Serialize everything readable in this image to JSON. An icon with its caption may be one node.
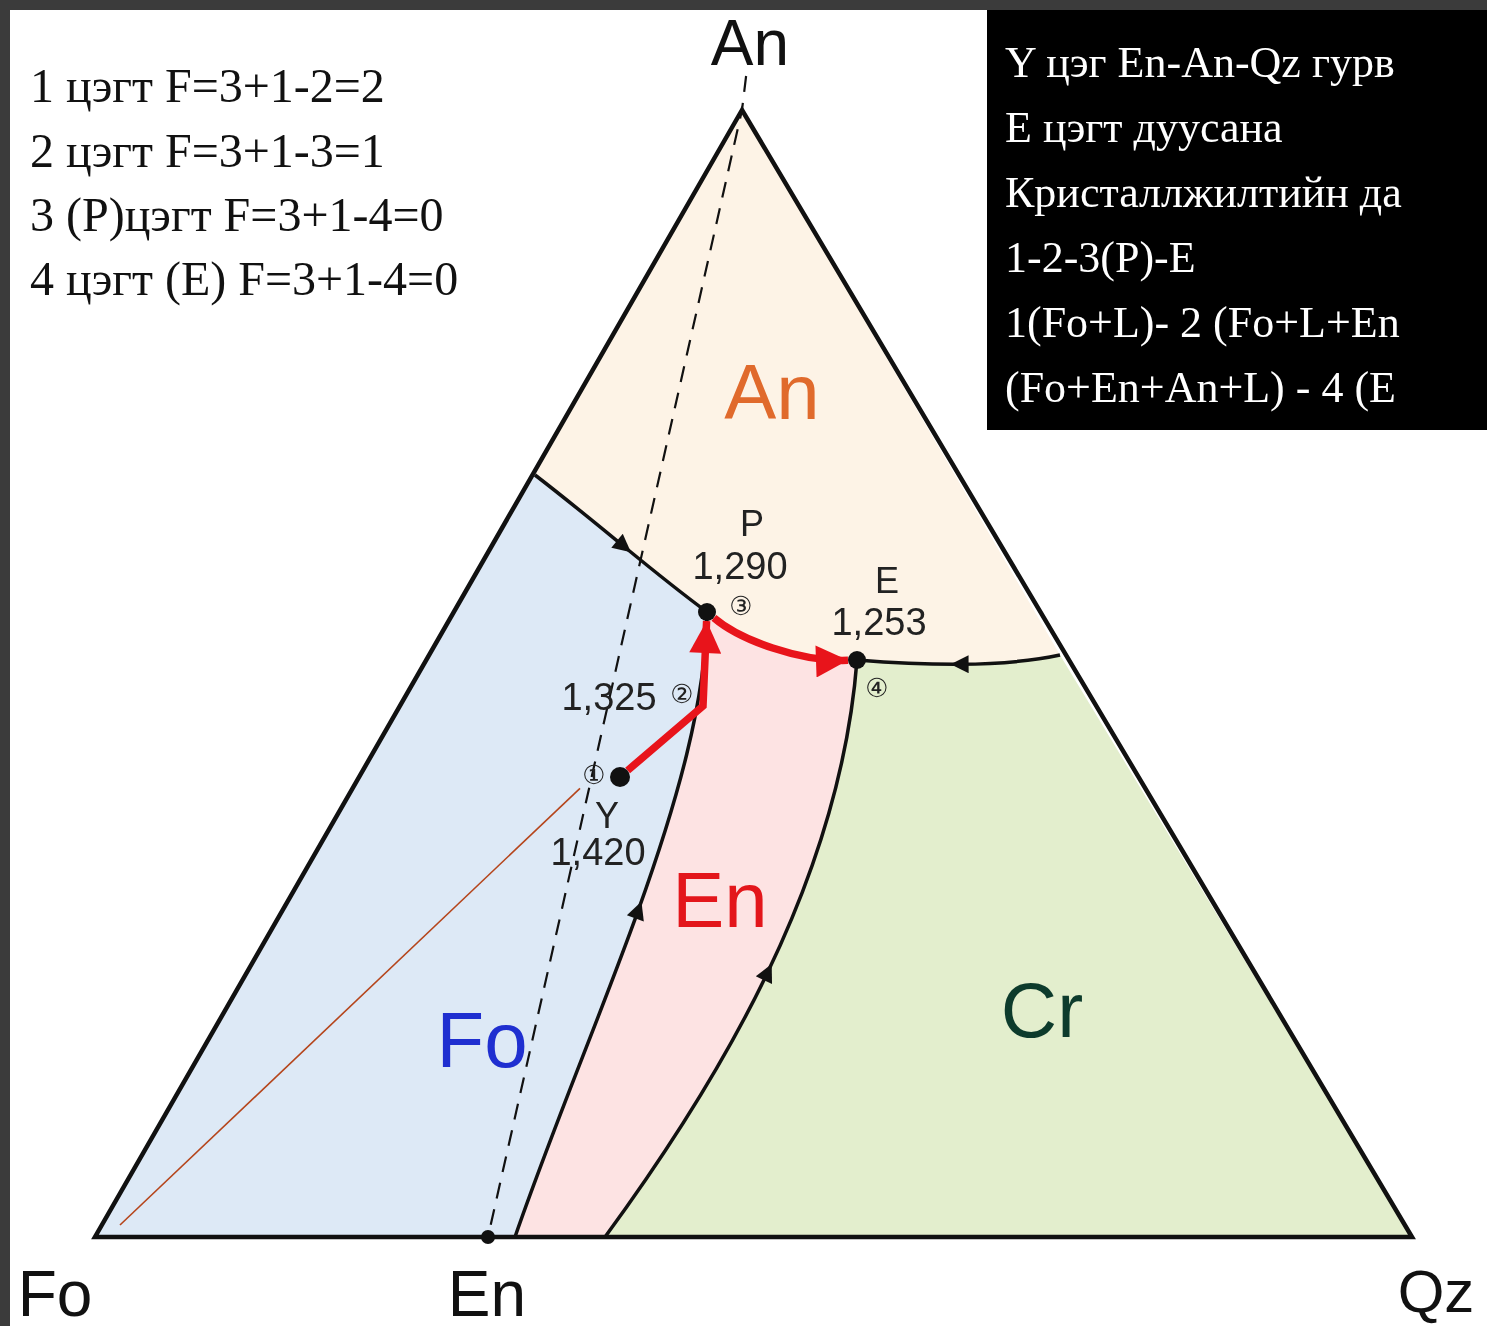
{
  "diagram": {
    "nodes": [
      {
        "text": [
          "An"
        ]
      },
      {
        "text": [
          "Y цэг En-An-Qz гурв",
          "E цэгт дуусана",
          "Кристаллжилтийн да",
          "1-2-3(P)-E",
          "1(Fo+L)- 2 (Fo+L+En",
          "(Fo+En+An+L) - 4 (E"
        ]
      },
      {
        "text": [],
        "shape": "circle",
        "beside": [
          "P",
          "1,290",
          "③"
        ]
      },
      {
        "text": [],
        "shape": "circle",
        "beside": [
          "E",
          "1,253",
          "④"
        ]
      },
      {
        "text": [
          "①"
        ]
      },
      {
        "text": [],
        "shape": "circle",
        "beside": [
          "Y",
          "1,420"
        ]
      },
      {
        "text": [],
        "shape": "circle"
      }
    ],
    "edges": [
      {
        "from": 0,
        "to": 6,
        "arrow": "none",
        "style": "dashed",
        "color": "#111111"
      },
      {
        "from": 5,
        "to": 2,
        "arrow": "to",
        "style": "thick",
        "color": "#e8141b"
      },
      {
        "from": 2,
        "to": 3,
        "arrow": "to",
        "style": "thick",
        "color": "#e8141b"
      },
      {
        "from": null,
        "to": 4,
        "arrow": "none",
        "color": "#b5451b"
      }
    ],
    "labels": [
      "1 цэгт F=3+1-2=2",
      "2 цэгт F=3+1-3=1",
      "3 (P)цэгт F=3+1-4=0",
      "4 цэгт (E) F=3+1-4=0",
      "An",
      "1,325",
      "②",
      "En",
      "Fo",
      "Cr",
      "Fo",
      "En",
      "Qz"
    ]
  }
}
